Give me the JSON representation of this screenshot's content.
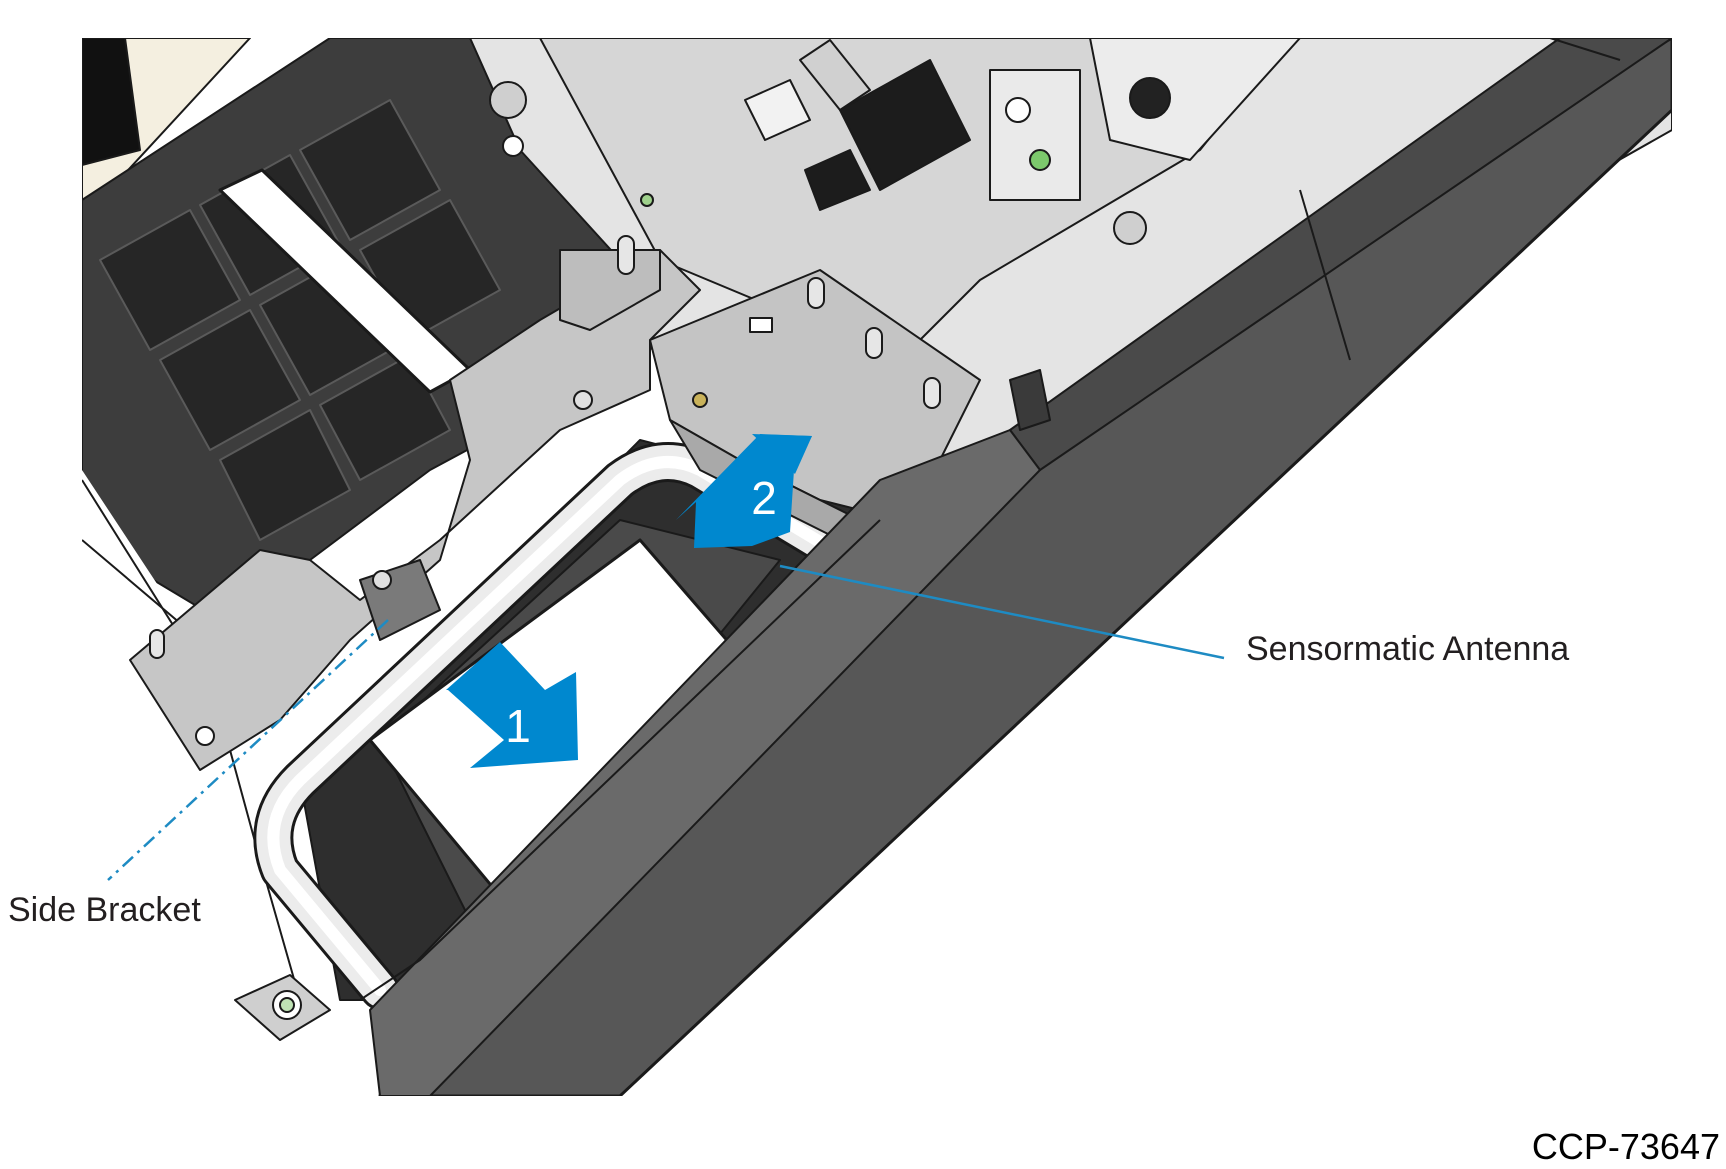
{
  "callouts": {
    "sensormatic_antenna": "Sensormatic Antenna",
    "side_bracket": "Side Bracket"
  },
  "steps": {
    "step1": "1",
    "step2": "2"
  },
  "figure_id": "CCP-73647",
  "colors": {
    "arrow_blue": "#0088cf",
    "leader_blue": "#1e8bc3",
    "frame_dark": "#555555",
    "outline": "#1a1a1a",
    "metal": "#c8c8c8",
    "tray_dark": "#3c3c3c"
  }
}
